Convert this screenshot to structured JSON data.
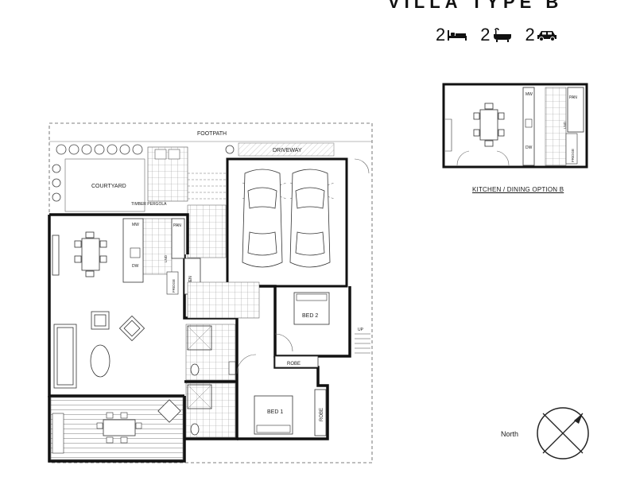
{
  "header": {
    "title": "VILLA TYPE B",
    "features": [
      {
        "count": "2",
        "icon": "bed-icon"
      },
      {
        "count": "2",
        "icon": "bathtub-icon"
      },
      {
        "count": "2",
        "icon": "car-icon"
      }
    ]
  },
  "inset": {
    "caption": "KITCHEN / DINING OPTION B",
    "labels": {
      "mw": "MW",
      "dw": "DW",
      "pan": "PAN",
      "lnd": "LND",
      "fridge": "FRIDGE"
    }
  },
  "plan": {
    "labels": {
      "footpath": "FOOTPATH",
      "driveway": "DRIVEWAY",
      "courtyard": "COURTYARD",
      "timber_pergola": "TIMBER PERGOLA",
      "mw": "MW",
      "pan": "PAN",
      "dw": "DW",
      "lnd": "LND",
      "fridge": "FRIDGE",
      "linen": "LINEN",
      "bed2": "BED 2",
      "bed1": "BED 1",
      "robe": "ROBE",
      "robe2": "ROBE",
      "up": "UP"
    }
  },
  "compass": {
    "label": "North"
  }
}
